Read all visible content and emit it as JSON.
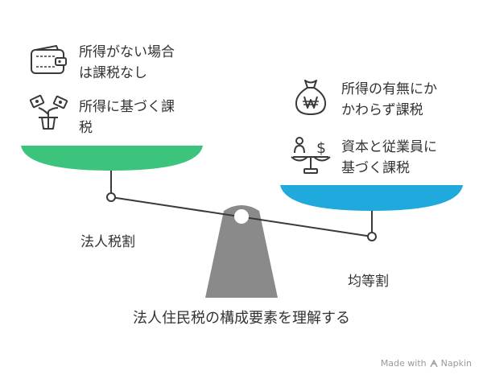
{
  "colors": {
    "left_pan": "#3cc47c",
    "right_pan": "#1fa9dc",
    "fulcrum": "#8a8a8a",
    "beam": "#3a3a3a",
    "text": "#333333",
    "footer": "#9a9a9a"
  },
  "left_items": [
    {
      "icon": "wallet-icon",
      "label": "所得がない場合\nは課税なし"
    },
    {
      "icon": "money-plant-icon",
      "label": "所得に基づく課\n税"
    }
  ],
  "right_items": [
    {
      "icon": "won-money-bag-icon",
      "label": "所得の有無にか\nかわらず課税"
    },
    {
      "icon": "balance-money-icon",
      "label": "資本と従業員に\n基づく課税"
    }
  ],
  "left_pan_label": "法人税割",
  "right_pan_label": "均等割",
  "title": "法人住民税の構成要素を理解する",
  "footer": {
    "made_with": "Made with",
    "brand": "Napkin"
  }
}
